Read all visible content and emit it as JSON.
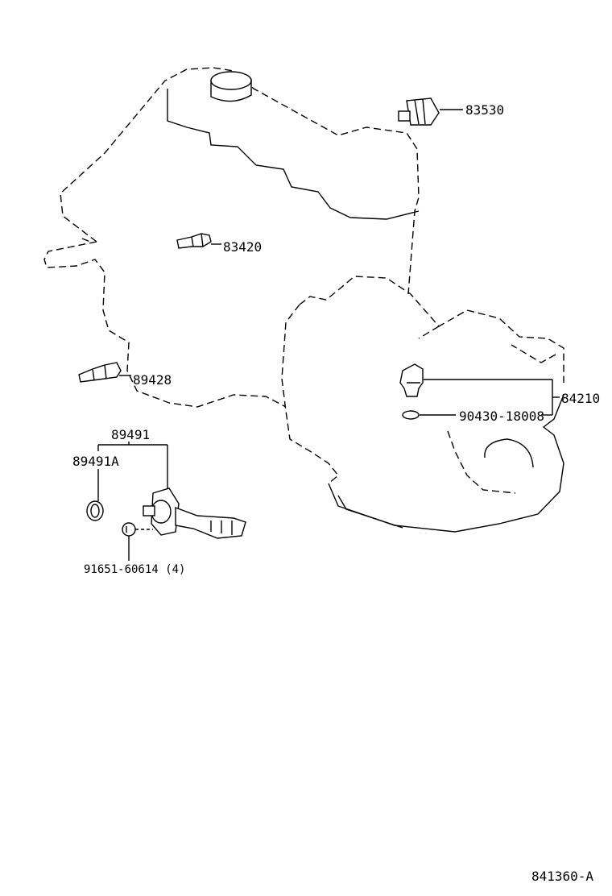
{
  "labels": {
    "p83530": "83530",
    "p83420": "83420",
    "p89428": "89428",
    "p89491": "89491",
    "p89491a": "89491A",
    "p84210": "84210",
    "p90430": "90430-18008",
    "p91651": "91651-60614 (4)",
    "ref": "841360-A"
  }
}
